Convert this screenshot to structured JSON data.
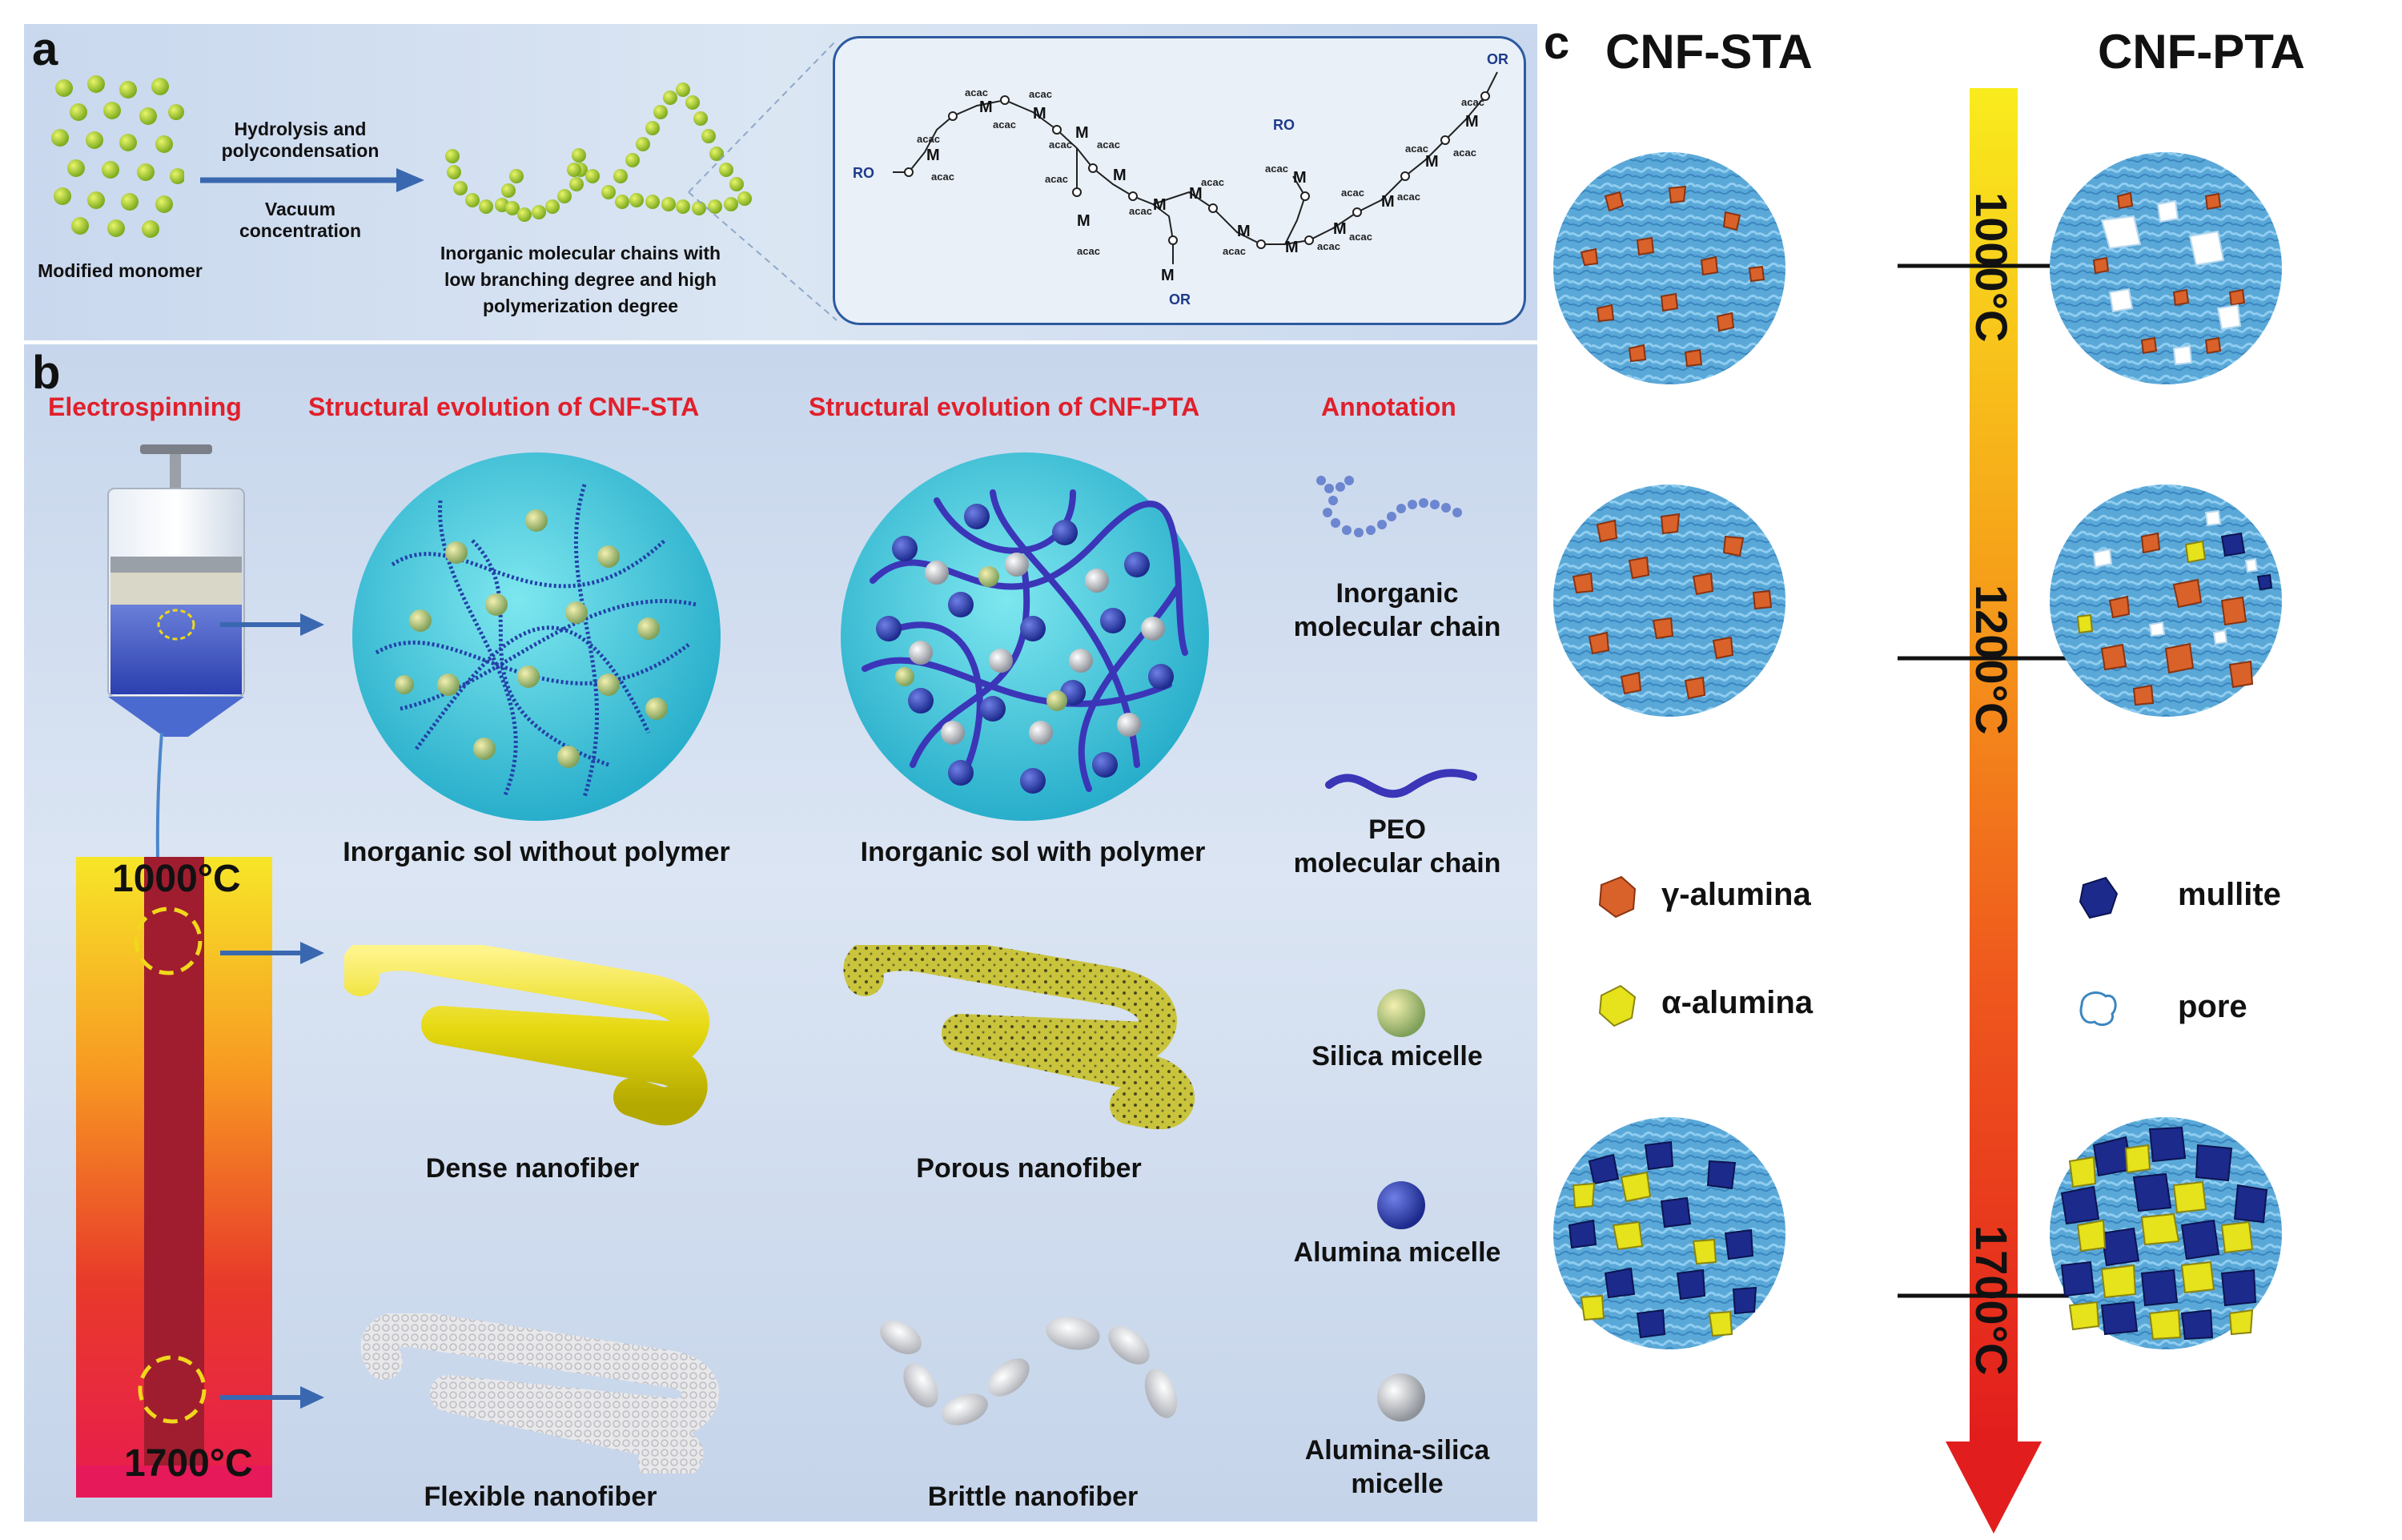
{
  "panel_a": {
    "letter": "a",
    "monomer_label": "Modified monomer",
    "arrow_top": "Hydrolysis and\npolycondensation",
    "arrow_bottom": "Vacuum\nconcentration",
    "chain_label": "Inorganic molecular chains with\nlow branching degree and high\npolymerization degree",
    "chain_labels": [
      "RO",
      "OR",
      "RO",
      "OR",
      "M",
      "acac",
      "o"
    ]
  },
  "panel_b": {
    "letter": "b",
    "headers": [
      "Electrospinning",
      "Structural evolution of CNF-STA",
      "Structural evolution of CNF-PTA",
      "Annotation"
    ],
    "sol_labels": [
      "Inorganic sol without polymer",
      "Inorganic sol with polymer"
    ],
    "fiber_labels": [
      "Dense nanofiber",
      "Porous nanofiber"
    ],
    "final_labels": [
      "Flexible nanofiber",
      "Brittle nanofiber"
    ],
    "temp_top": "1000°C",
    "temp_bottom": "1700°C",
    "annotations": [
      "Inorganic\nmolecular chain",
      "PEO\nmolecular chain",
      "Silica micelle",
      "Alumina micelle",
      "Alumina-silica\nmicelle"
    ]
  },
  "panel_c": {
    "letter": "c",
    "col_left": "CNF-STA",
    "col_right": "CNF-PTA",
    "temps": [
      "1000°C",
      "1200°C",
      "1700°C"
    ],
    "legend": [
      "γ-alumina",
      "mullite",
      "α-alumina",
      "pore"
    ]
  },
  "colors": {
    "orange": "#d9622a",
    "navy": "#1c2a8c",
    "yellow": "#e6e21b",
    "water": "#5fa9d6",
    "red": "#e0202b"
  }
}
